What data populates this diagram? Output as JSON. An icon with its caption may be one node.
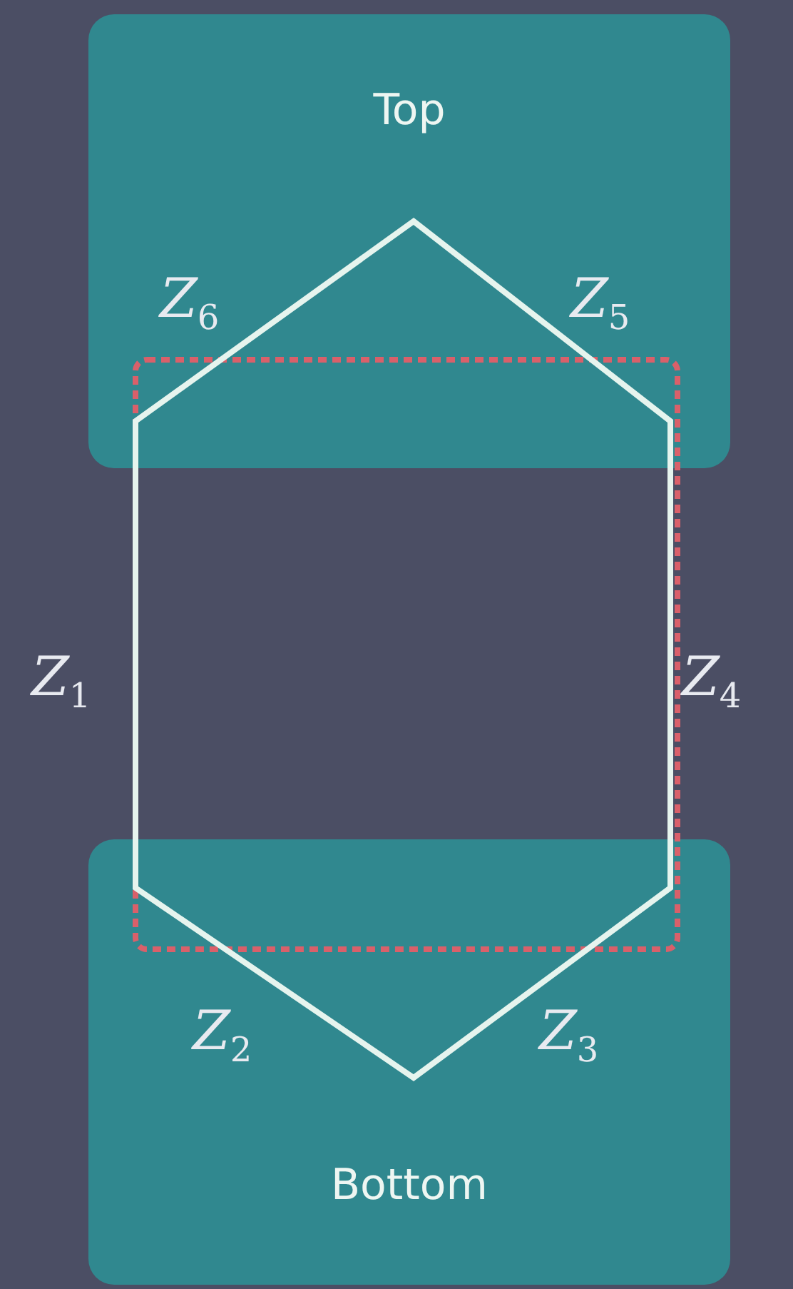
{
  "diagram": {
    "nodes": [
      {
        "text": [
          "Top"
        ]
      },
      {
        "text": [
          "Bottom"
        ]
      }
    ],
    "labels": [
      "Z$_{6}$",
      "Z$_{5}$",
      "Z$_{1}$",
      "Z$_{4}$",
      "Z$_{2}$",
      "Z$_{3}$"
    ]
  }
}
